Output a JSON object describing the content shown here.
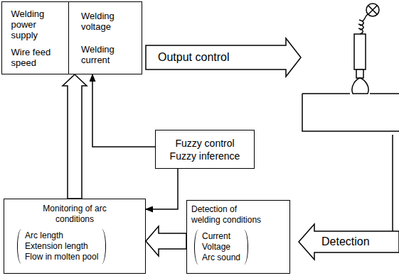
{
  "diagram": {
    "nodes": [
      {
        "text": [
          "Welding power supply",
          "Wire feed speed",
          "Welding voltage",
          "Welding current"
        ]
      },
      {
        "text": [
          "Fuzzy control",
          "Fuzzy inference"
        ]
      },
      {
        "text": [
          "Monitoring of arc conditions",
          "Arc length",
          "Extension length",
          "Flow in molten pool"
        ]
      },
      {
        "text": [
          "Detection of welding conditions",
          "Current",
          "Voltage",
          "Arc sound"
        ]
      }
    ],
    "edges": [
      {
        "from": 2,
        "to": 0,
        "arrow": "to"
      },
      {
        "from": 1,
        "to": 0,
        "arrow": "to"
      },
      {
        "from": 1,
        "to": 2,
        "arrow": "to"
      },
      {
        "from": 3,
        "to": 2,
        "arrow": "to"
      }
    ],
    "labels": [
      "Output control",
      "Detection"
    ]
  }
}
